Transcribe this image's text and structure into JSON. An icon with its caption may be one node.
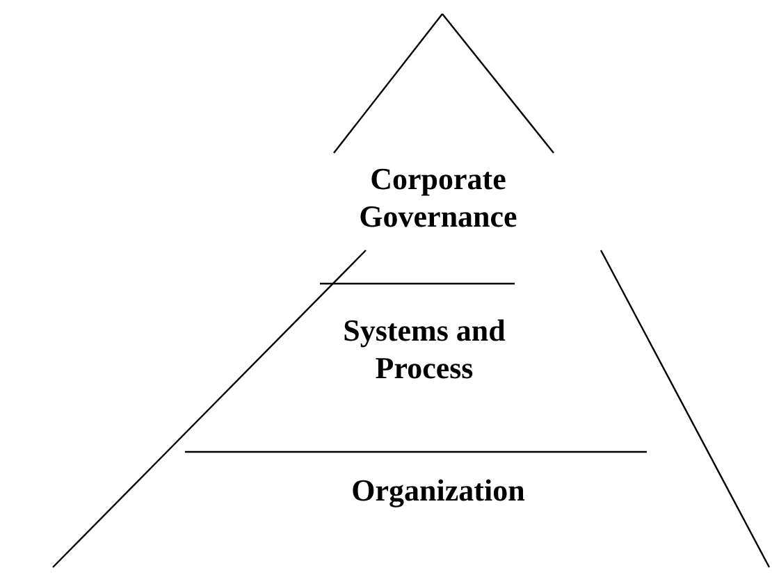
{
  "diagram": {
    "nodes": [
      {
        "text": [
          "Corporate Governance"
        ]
      },
      {
        "text": [
          "Systems and Process"
        ]
      },
      {
        "text": [
          "Organization"
        ]
      }
    ]
  }
}
